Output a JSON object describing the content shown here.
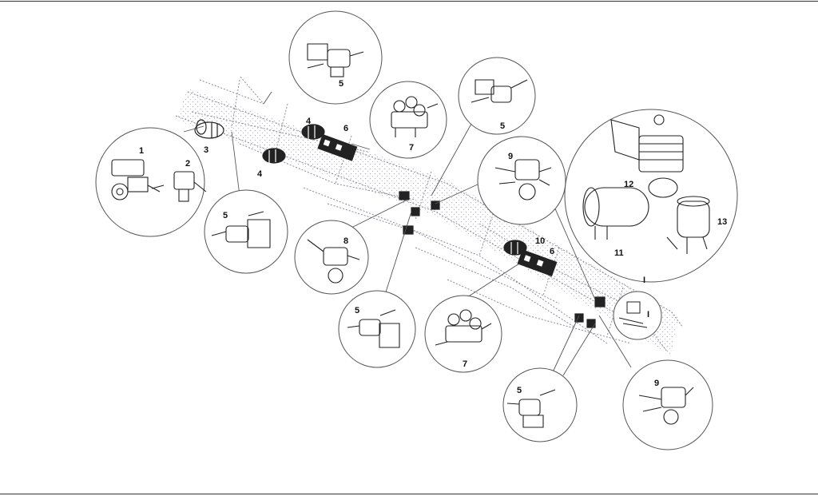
{
  "colors": {
    "frame_line": "#8a8a9a",
    "callout": "#555555",
    "line_art": "#222222",
    "background": "#ffffff"
  },
  "callouts": [
    {
      "id": "c1",
      "labels": [
        "1",
        "2"
      ]
    },
    {
      "id": "c2",
      "labels": [
        "5"
      ]
    },
    {
      "id": "c3",
      "labels": [
        "7"
      ]
    },
    {
      "id": "c4",
      "labels": [
        "5"
      ]
    },
    {
      "id": "c5",
      "labels": [
        "9"
      ]
    },
    {
      "id": "c6",
      "labels": [
        "12",
        "11",
        "13"
      ]
    },
    {
      "id": "c7",
      "labels": [
        "5"
      ]
    },
    {
      "id": "c8",
      "labels": [
        "8"
      ]
    },
    {
      "id": "c9",
      "labels": [
        "5"
      ]
    },
    {
      "id": "c10",
      "labels": [
        "7"
      ]
    },
    {
      "id": "c11",
      "labels": [
        "5"
      ]
    },
    {
      "id": "c12",
      "labels": [
        "9"
      ]
    }
  ],
  "frame_labels": [
    "3",
    "4",
    "4",
    "6",
    "10",
    "6"
  ],
  "section_labels": [
    "I",
    "I"
  ]
}
